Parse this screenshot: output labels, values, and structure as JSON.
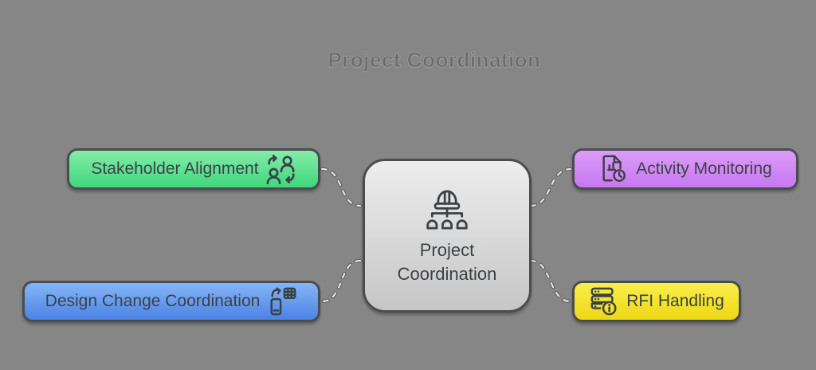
{
  "title": {
    "text": "Project Coordination"
  },
  "center_node": {
    "label": "Project Coordination",
    "icon": "construction-team-icon"
  },
  "branch_nodes": [
    {
      "label": "Stakeholder Alignment",
      "icon": "people-swap-icon",
      "position": "top-left",
      "color_top": "#84edaa",
      "color_bottom": "#40d67c"
    },
    {
      "label": "Activity Monitoring",
      "icon": "document-chart-clock-icon",
      "position": "top-right",
      "color_top": "#dd9cf8",
      "color_bottom": "#c678f0"
    },
    {
      "label": "Design Change Coordination",
      "icon": "phone-grid-sync-icon",
      "position": "bottom-left",
      "color_top": "#85b5f6",
      "color_bottom": "#4b82e6"
    },
    {
      "label": "RFI Handling",
      "icon": "server-info-icon",
      "position": "bottom-right",
      "color_top": "#f9ee4e",
      "color_bottom": "#eed713"
    }
  ],
  "colors": {
    "background": "#868686",
    "node_border": "#4a4d50",
    "node_text": "#3b4245",
    "center_top": "#ededed",
    "center_bottom": "#c6c6c6",
    "title_text": "#6b6b6b",
    "connector_light": "#e4e4e4",
    "connector_dark": "#5f5f5f"
  }
}
